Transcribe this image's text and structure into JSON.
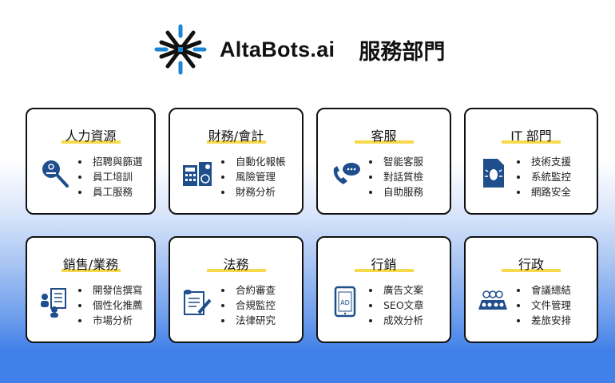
{
  "header": {
    "brand": "AltaBots.ai",
    "title": "服務部門"
  },
  "colors": {
    "accent": "#f7d94c",
    "icon": "#1f4e8c",
    "background_bottom": "#4180e8",
    "logo_blue": "#1d86d4"
  },
  "departments": [
    {
      "name": "人力資源",
      "icon": "search-person-icon",
      "items": [
        "招聘與篩選",
        "員工培訓",
        "員工服務"
      ]
    },
    {
      "name": "財務/會計",
      "icon": "calculator-finance-icon",
      "items": [
        "自動化報帳",
        "風險管理",
        "財務分析"
      ]
    },
    {
      "name": "客服",
      "icon": "phone-chat-icon",
      "items": [
        "智能客服",
        "對話質檢",
        "自助服務"
      ]
    },
    {
      "name": "IT 部門",
      "icon": "bug-document-icon",
      "items": [
        "技術支援",
        "系統監控",
        "網路安全"
      ]
    },
    {
      "name": "銷售/業務",
      "icon": "sales-team-icon",
      "items": [
        "開發信撰寫",
        "個性化推薦",
        "市場分析"
      ]
    },
    {
      "name": "法務",
      "icon": "contract-sign-icon",
      "items": [
        "合約審查",
        "合規監控",
        "法律研究"
      ]
    },
    {
      "name": "行銷",
      "icon": "tablet-ad-icon",
      "items": [
        "廣告文案",
        "SEO文章",
        "成效分析"
      ]
    },
    {
      "name": "行政",
      "icon": "meeting-group-icon",
      "items": [
        "會議總結",
        "文件管理",
        "差旅安排"
      ]
    }
  ]
}
